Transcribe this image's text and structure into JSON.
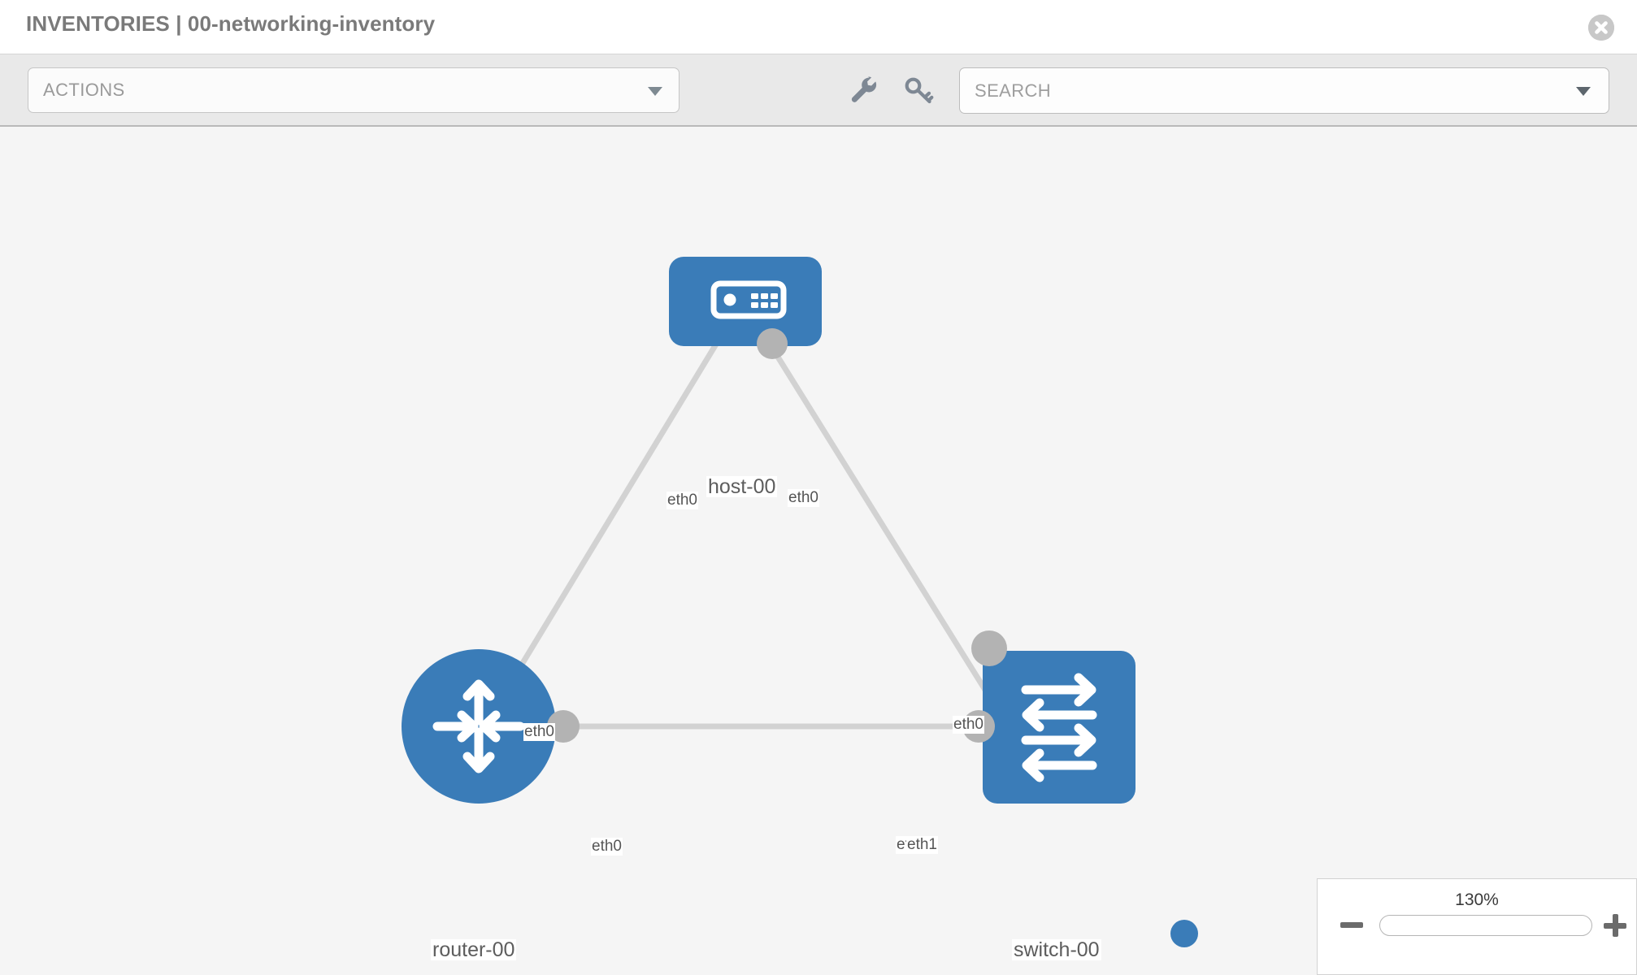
{
  "header": {
    "title": "INVENTORIES | 00-networking-inventory",
    "close_icon": "close-circle-icon"
  },
  "toolbar": {
    "actions_label": "ACTIONS",
    "actions_caret_icon": "chevron-down-icon",
    "wrench_icon": "wrench-icon",
    "key_icon": "key-icon",
    "search_placeholder": "SEARCH",
    "search_caret_icon": "chevron-down-icon"
  },
  "topology": {
    "nodes": [
      {
        "id": "host-00",
        "label": "host-00",
        "type": "host",
        "icon": "server-device-icon",
        "shape": "rounded-square",
        "color": "#3a7cb8"
      },
      {
        "id": "router-00",
        "label": "router-00",
        "type": "router",
        "icon": "four-arrows-icon",
        "shape": "circle",
        "color": "#3a7cb8"
      },
      {
        "id": "switch-00",
        "label": "switch-00",
        "type": "switch",
        "icon": "swap-arrows-icon",
        "shape": "rounded-square",
        "color": "#3a7cb8"
      }
    ],
    "links": [
      {
        "from": "host-00",
        "from_interface": "eth0",
        "to": "router-00",
        "to_interface": "eth0"
      },
      {
        "from": "host-00",
        "from_interface": "eth0",
        "to": "switch-00",
        "to_interface": "eth0"
      },
      {
        "from": "router-00",
        "from_interface": "eth0",
        "to": "switch-00",
        "to_interface": "eth1"
      }
    ],
    "edge_labels": {
      "host_left": "eth0",
      "host_right": "eth0",
      "router_upper": "eth0",
      "switch_upper": "eth0",
      "router_right": "eth0",
      "switch_left_a": "eth",
      "switch_left_b": "eth1"
    }
  },
  "zoom_control": {
    "value": "130%",
    "minus_icon": "minus-icon",
    "plus_icon": "plus-icon",
    "handle_icon": "slider-handle"
  }
}
